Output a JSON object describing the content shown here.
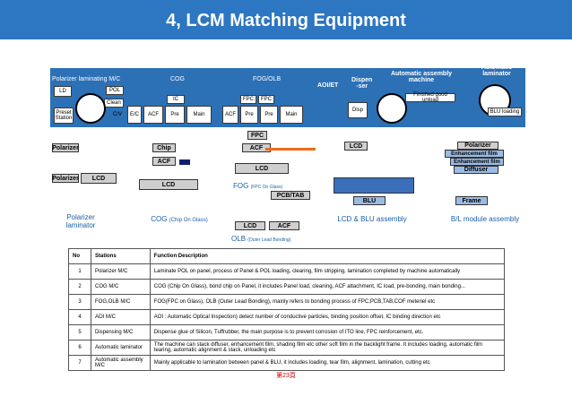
{
  "title": "4, LCM Matching Equipment",
  "top": {
    "polarizer_section": "Polarizer laminating M/C",
    "cog_section": "COG",
    "fog_section": "FOG/OLB",
    "aoi": "AOI/ET",
    "dispenser": "Dispen\n-ser",
    "assembly_machine": "Automatic assembly machine",
    "auto_laminator": "Automatic laminator",
    "ld": "LD",
    "pol": "POL",
    "clean": "Clean",
    "preset": "Preset Station",
    "cv": "C/V",
    "ec": "E/C",
    "acf": "ACF",
    "pre": "Pre",
    "main": "Main",
    "ic": "IC",
    "fpc": "FPC",
    "disp": "Disp",
    "finished": "Finished good unload",
    "blu_loading": "BLU loading"
  },
  "mid": {
    "polarizer": "Polarizer",
    "lcd": "LCD",
    "chip": "Chip",
    "acf": "ACF",
    "fpc": "FPC",
    "pcb_tab": "PCB/TAB",
    "blu": "BLU",
    "enh1": "Enhancement film",
    "enh2": "Enhancement film",
    "diffuser": "Diffuser",
    "frame": "Frame",
    "fog": "FOG",
    "fog_sub": "(FPC On Glass)",
    "olb": "OLB",
    "olb_sub": "(Outer Lead Bonding)",
    "cap_pol": "Polarizer laminator",
    "cap_cog": "COG",
    "cap_cog_sub": "(Chip On Glass)",
    "cap_blu": "LCD & BLU assembly",
    "cap_bl": "B/L module assembly"
  },
  "table": {
    "headers": [
      "No",
      "Stations",
      "Function Description"
    ],
    "rows": [
      [
        "1",
        "Polarizer M/C",
        "Laminate POL on panel, process of Panel & POL loading, clearing, film stripping, lamination completed by machine automatically"
      ],
      [
        "2",
        "COG M/C",
        "COG (Chip On Glass), bond chip on Panel, it includes Panel load, cleaning, ACF attachment, IC load, pre-bonding, main bonding..."
      ],
      [
        "3",
        "FOG,OLB M/C",
        "FOG(FPC on Glass), OLB (Outer Lead Bonding), mainly refers to bonding process of FPC,PCB,TAB,COF meteriel etc"
      ],
      [
        "4",
        "AOI M/C",
        "AOI : Automatic Optical Inspection) detect number of conductive particles, binding position offset, IC binding direction etc"
      ],
      [
        "5",
        "Dispensing M/C",
        "Dispense glue of  Silicon, Tuffrubber, the main purpose is to prevent corrosion of ITO line, FPC reinforcement, etc."
      ],
      [
        "6",
        "Automatic laminator",
        "The machine can stack diffuser, enhancement film, shading film etc other soft film in the backlight frame. It includes loading, automatic film tearing, automatic alignment & stack, unloading etc"
      ],
      [
        "7",
        "Automatic assembly M/C",
        "Mainly applicable to lamination between panel & BLU, it includes loading, tear film, alignment, lamination, cutting etc"
      ]
    ]
  },
  "page_number": "第23頁",
  "colors": {
    "title_bg": "#2c76c2",
    "band": "#2c70b6",
    "accent_orange": "#f06a1a"
  }
}
